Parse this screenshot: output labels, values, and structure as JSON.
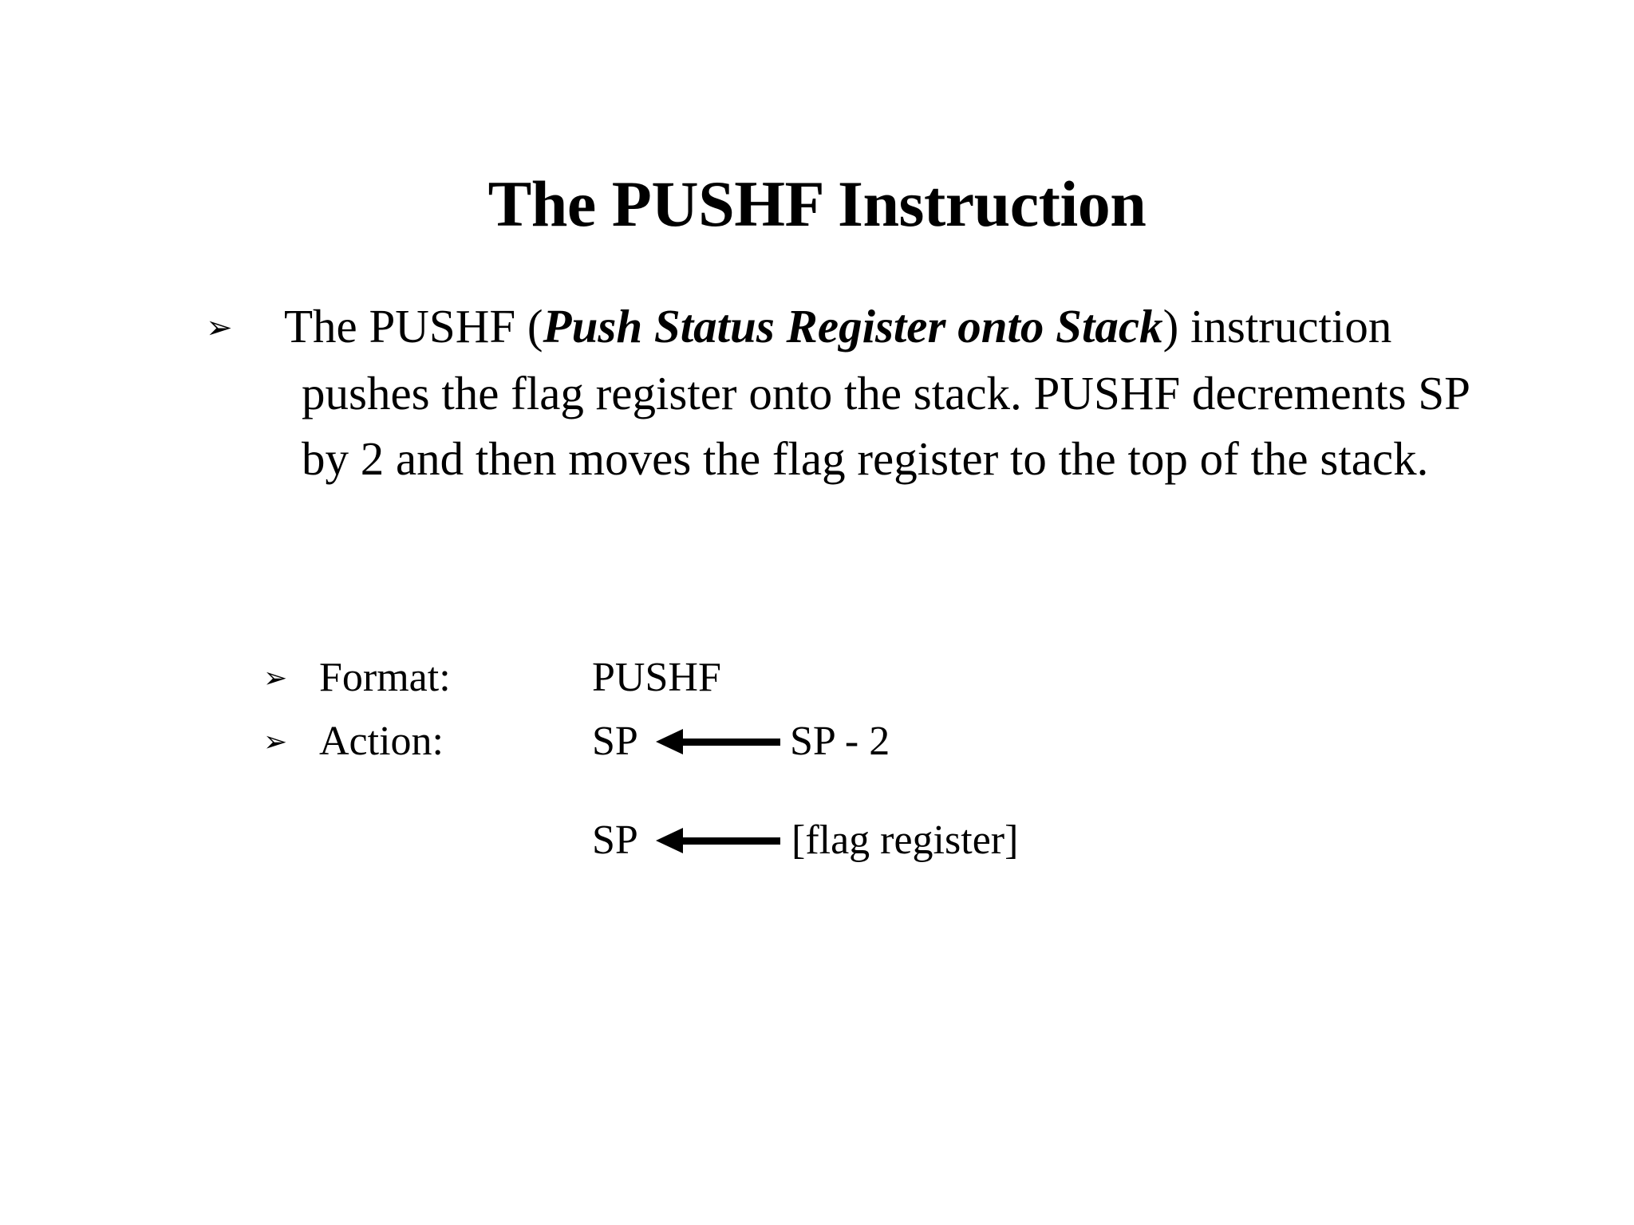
{
  "slide": {
    "title": "The PUSHF Instruction",
    "background_color": "#ffffff",
    "text_color": "#000000",
    "bullet_glyph": "➢",
    "bullet_glyph_name": "arrowhead-bullet"
  },
  "body": {
    "bullet": {
      "text_before_emphasis": "The PUSHF (",
      "emphasis": "Push Status Register onto Stack",
      "text_after_emphasis": ") instruction pushes the flag register onto the stack. PUSHF decrements SP by 2 and then moves the flag register to the top of the stack."
    }
  },
  "spec": {
    "rows": [
      {
        "label": "Format:",
        "value": "PUSHF"
      },
      {
        "label": "Action:",
        "value": ""
      }
    ],
    "actions": [
      {
        "destination": "SP",
        "arrow": "left-arrow",
        "source": "SP - 2"
      },
      {
        "destination": "SP",
        "arrow": "left-arrow",
        "source": "[flag register]"
      }
    ]
  }
}
